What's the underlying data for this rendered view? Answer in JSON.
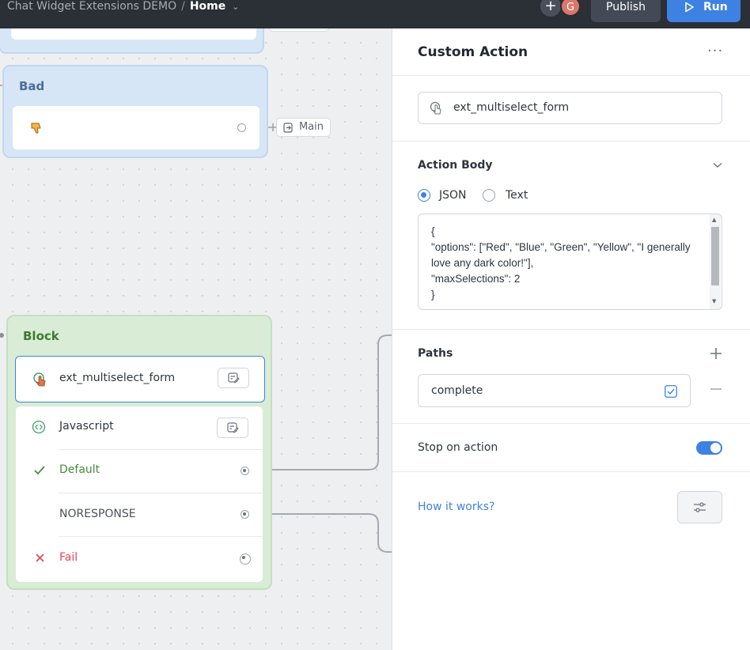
{
  "topbar": {
    "project": "Chat Widget Extensions DEMO",
    "separator": "/",
    "page": "Home",
    "avatar_initial": "G",
    "publish_label": "Publish",
    "run_label": "Run"
  },
  "canvas": {
    "bad_block": {
      "title": "Bad",
      "link_label": "Main"
    },
    "block": {
      "title": "Block",
      "step_label": "ext_multiselect_form",
      "javascript_label": "Javascript",
      "paths": [
        "Default",
        "NORESPONSE",
        "Fail"
      ]
    }
  },
  "panel": {
    "title": "Custom Action",
    "action_name": "ext_multiselect_form",
    "action_body": {
      "title": "Action Body",
      "options": [
        "JSON",
        "Text"
      ],
      "selected": "JSON",
      "code": "{\n\"options\": [\"Red\", \"Blue\", \"Green\", \"Yellow\", \"I generally love any dark color!\"],\n\"maxSelections\": 2\n}"
    },
    "paths": {
      "title": "Paths",
      "items": [
        "complete"
      ]
    },
    "stop_on_action": {
      "label": "Stop on action",
      "enabled": true
    },
    "help_link": "How it works?"
  },
  "colors": {
    "accent": "#3d82e2",
    "success": "#4a8a3c",
    "danger": "#e0475b",
    "topbar": "#2b2f36"
  }
}
